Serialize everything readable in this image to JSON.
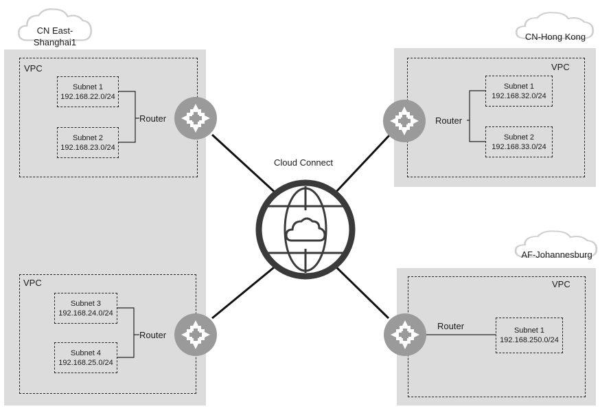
{
  "regions": {
    "shanghai": {
      "name": "CN East-\nShanghai1",
      "name_line1": "CN East-",
      "name_line2": "Shanghai1"
    },
    "hongkong": {
      "name": "CN-Hong Kong"
    },
    "johannesburg": {
      "name": "AF-Johannesburg"
    }
  },
  "vpc_label": "VPC",
  "router_label": "Router",
  "cloud_connect_label": "Cloud Connect",
  "subnets": {
    "sh_vpc1_s1": {
      "name": "Subnet 1",
      "cidr": "192.168.22.0/24"
    },
    "sh_vpc1_s2": {
      "name": "Subnet 2",
      "cidr": "192.168.23.0/24"
    },
    "sh_vpc2_s3": {
      "name": "Subnet 3",
      "cidr": "192.168.24.0/24"
    },
    "sh_vpc2_s4": {
      "name": "Subnet 4",
      "cidr": "192.168.25.0/24"
    },
    "hk_s1": {
      "name": "Subnet 1",
      "cidr": "192.168.32.0/24"
    },
    "hk_s2": {
      "name": "Subnet 2",
      "cidr": "192.168.33.0/24"
    },
    "jnb_s1": {
      "name": "Subnet 1",
      "cidr": "192.168.250.0/24"
    }
  },
  "colors": {
    "region_bg": "#dcdcdc",
    "router": "#9a9a9a",
    "cc_ring": "#3a3a3a"
  },
  "icons": {
    "router": "router-arrows-icon",
    "cloud_connect": "globe-cloud-icon",
    "region_cloud": "cloud-icon"
  }
}
